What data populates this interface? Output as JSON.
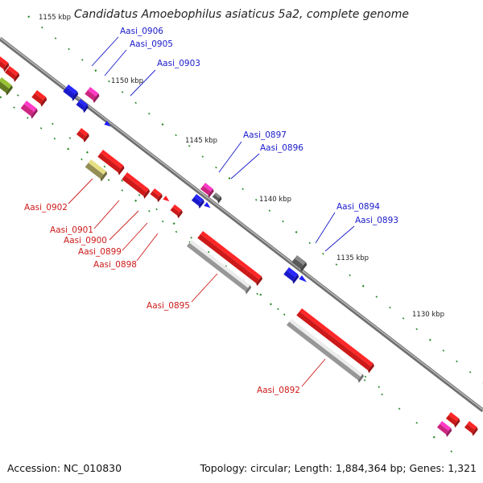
{
  "title": "Candidatus Amoebophilus asiaticus 5a2, complete genome",
  "footer": {
    "accession": "Accession: NC_010830",
    "summary": "Topology: circular; Length: 1,884,364 bp; Genes: 1,321"
  },
  "colors": {
    "backbone": "#8a8a8a",
    "tick": "#2e8b2e",
    "plus_strand_label": "#1a1acc",
    "minus_strand_label": "#cc1a1a",
    "feature_red": "#ff1f1f",
    "feature_blue": "#1f1fff",
    "feature_pink": "#ff2fa0",
    "feature_gray": "#bdbdbd",
    "feature_darkgray": "#6f6f6f",
    "feature_olive": "#b9b26a",
    "feature_green": "#7a9a2a"
  },
  "ruler_labels": [
    "1155 kbp",
    "1150 kbp",
    "1145 kbp",
    "1140 kbp",
    "1135 kbp",
    "1130 kbp"
  ],
  "plus_genes": [
    "Aasi_0906",
    "Aasi_0905",
    "Aasi_0903",
    "Aasi_0897",
    "Aasi_0896",
    "Aasi_0894",
    "Aasi_0893"
  ],
  "minus_genes": [
    "Aasi_0902",
    "Aasi_0901",
    "Aasi_0900",
    "Aasi_0899",
    "Aasi_0898",
    "Aasi_0895",
    "Aasi_0892"
  ],
  "features": [
    {
      "color": "feature_red",
      "track": "outer_minus",
      "shape": "box"
    },
    {
      "color": "feature_green",
      "track": "outer_minus",
      "shape": "box"
    },
    {
      "color": "feature_red",
      "track": "outer_minus",
      "shape": "box"
    },
    {
      "color": "feature_pink",
      "track": "outer_minus",
      "shape": "box"
    },
    {
      "color": "feature_red",
      "track": "outer_minus",
      "shape": "box"
    },
    {
      "color": "feature_blue",
      "track": "plus",
      "shape": "box"
    },
    {
      "color": "feature_pink",
      "track": "plus",
      "shape": "box"
    },
    {
      "color": "feature_blue",
      "track": "plus",
      "shape": "box"
    },
    {
      "color": "feature_blue",
      "track": "plus",
      "shape": "arrow"
    },
    {
      "color": "feature_red",
      "track": "minus",
      "shape": "box"
    },
    {
      "color": "feature_olive",
      "track": "minus_rna",
      "shape": "bar"
    },
    {
      "color": "feature_red",
      "track": "minus",
      "shape": "bar"
    },
    {
      "color": "feature_red",
      "track": "minus",
      "shape": "bar"
    },
    {
      "color": "feature_red",
      "track": "minus",
      "shape": "box"
    },
    {
      "color": "feature_red",
      "track": "minus",
      "shape": "arrow"
    },
    {
      "color": "feature_red",
      "track": "minus",
      "shape": "box"
    },
    {
      "color": "feature_pink",
      "track": "plus",
      "shape": "box"
    },
    {
      "color": "feature_darkgray",
      "track": "plus",
      "shape": "box"
    },
    {
      "color": "feature_blue",
      "track": "plus",
      "shape": "box"
    },
    {
      "color": "feature_blue",
      "track": "plus",
      "shape": "arrow"
    },
    {
      "color": "feature_red",
      "track": "minus",
      "shape": "bar"
    },
    {
      "color": "feature_gray",
      "track": "minus_rna",
      "shape": "bar"
    },
    {
      "color": "feature_darkgray",
      "track": "plus",
      "shape": "box"
    },
    {
      "color": "feature_blue",
      "track": "plus",
      "shape": "box"
    },
    {
      "color": "feature_blue",
      "track": "plus",
      "shape": "arrow"
    },
    {
      "color": "feature_red",
      "track": "minus",
      "shape": "bar"
    },
    {
      "color": "feature_gray",
      "track": "minus_rna",
      "shape": "bar"
    },
    {
      "color": "feature_red",
      "track": "outer_minus",
      "shape": "box"
    },
    {
      "color": "feature_pink",
      "track": "outer_minus",
      "shape": "box"
    },
    {
      "color": "feature_red",
      "track": "outer_minus",
      "shape": "box"
    }
  ]
}
